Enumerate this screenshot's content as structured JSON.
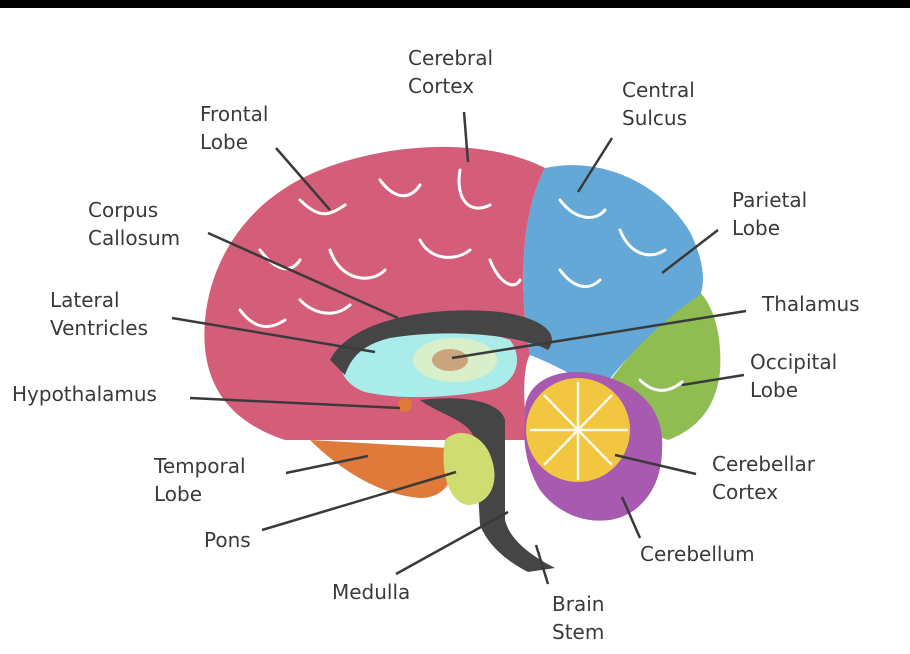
{
  "labels": {
    "cerebral_cortex": [
      "Cerebral",
      "Cortex"
    ],
    "frontal_lobe": [
      "Frontal",
      "Lobe"
    ],
    "central_sulcus": [
      "Central",
      "Sulcus"
    ],
    "parietal_lobe": [
      "Parietal",
      "Lobe"
    ],
    "corpus_callosum": [
      "Corpus",
      "Callosum"
    ],
    "lateral_ventricles": [
      "Lateral",
      "Ventricles"
    ],
    "thalamus": [
      "Thalamus"
    ],
    "occipital_lobe": [
      "Occipital",
      "Lobe"
    ],
    "hypothalamus": [
      "Hypothalamus"
    ],
    "temporal_lobe": [
      "Temporal",
      "Lobe"
    ],
    "cerebellar_cortex": [
      "Cerebellar",
      "Cortex"
    ],
    "pons": [
      "Pons"
    ],
    "cerebellum": [
      "Cerebellum"
    ],
    "medulla": [
      "Medulla"
    ],
    "brain_stem": [
      "Brain",
      "Stem"
    ]
  },
  "colors": {
    "frontal": "#d45e7a",
    "parietal": "#63a8d6",
    "occipital": "#8fbd52",
    "temporal": "#e07a3a",
    "cerebellum": "#a75ab0",
    "cerebellar_cortex": "#f2c640",
    "stem": "#454545",
    "ventricle": "#a9ecea",
    "thalamus": "#caa47c",
    "pons": "#cfdc72",
    "leader": "#3a3a3a"
  }
}
